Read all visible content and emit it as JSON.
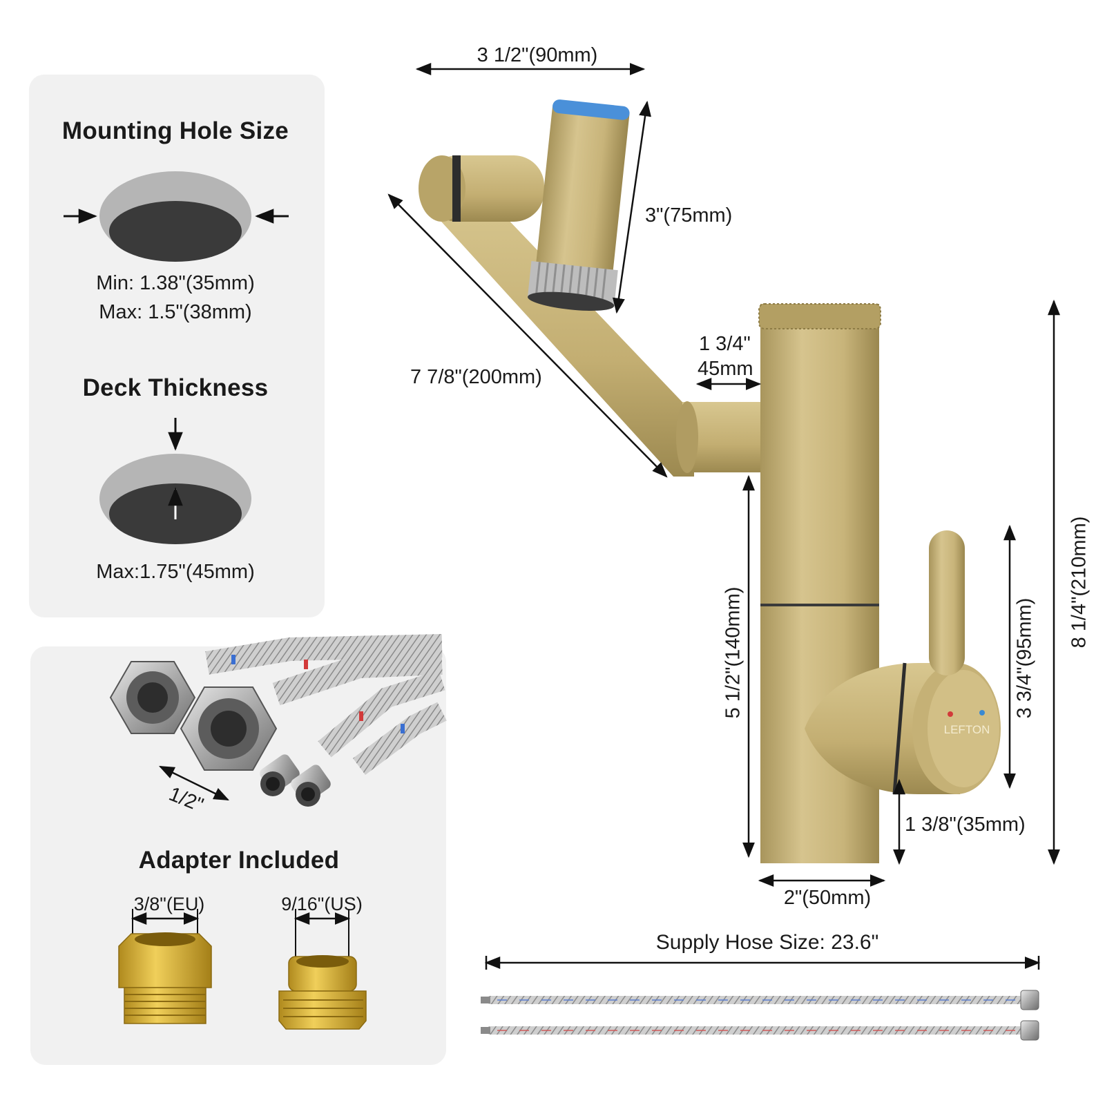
{
  "mounting": {
    "title": "Mounting Hole Size",
    "min_label": "Min: 1.38\"(35mm)",
    "max_label": "Max: 1.5\"(38mm)"
  },
  "deck": {
    "title": "Deck Thickness",
    "max_label": "Max:1.75\"(45mm)"
  },
  "adapter": {
    "thread_label": "1/2\"",
    "title": "Adapter Included",
    "eu_label": "3/8\"(EU)",
    "us_label": "9/16\"(US)"
  },
  "dimensions": {
    "spout_width": "3 1/2\"(90mm)",
    "aerator_height": "3\"(75mm)",
    "spout_length": "7 7/8\"(200mm)",
    "offset_line1": "1 3/4\"",
    "offset_line2": "45mm",
    "body_height": "5 1/2\"(140mm)",
    "handle_height": "3 3/4\"(95mm)",
    "total_height": "8 1/4\"(210mm)",
    "handle_base": "1 3/8\"(35mm)",
    "base_diameter": "2\"(50mm)"
  },
  "hose": {
    "label": "Supply Hose Size: 23.6\""
  },
  "brand": "LEFTON",
  "colors": {
    "panel_bg": "#f1f1f1",
    "gold": "#c9b57a",
    "blue_cap": "#4a90d9",
    "hole_dark": "#3a3a3a",
    "hole_light": "#b5b5b5"
  }
}
